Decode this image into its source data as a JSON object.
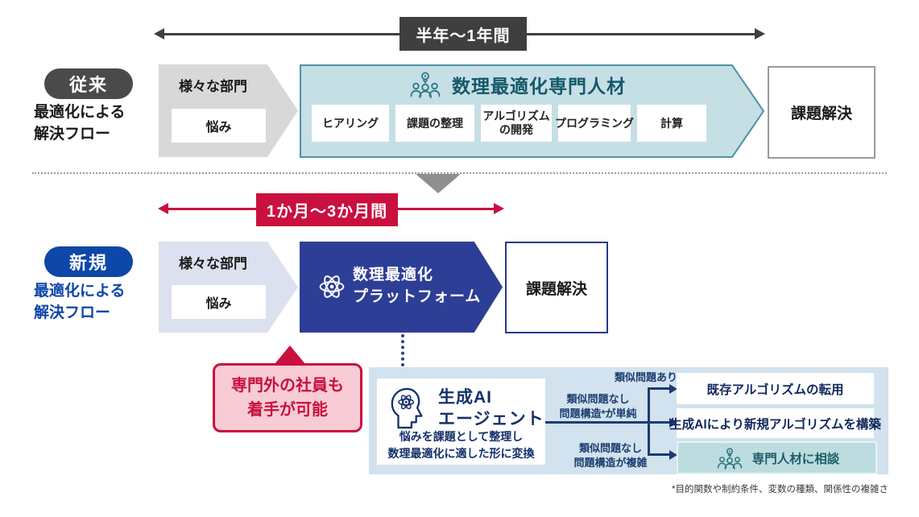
{
  "colors": {
    "dark_gray": "#3f3f3f",
    "red_accent": "#c9103f",
    "blue_accent": "#0d47a8",
    "indigo_chevron": "#2d3e96",
    "teal_fill": "#c6dfe5",
    "teal_border": "#4b93a4",
    "teal_text": "#15596b",
    "navy_text": "#13306b",
    "panel_blue": "#d2e2ee"
  },
  "conventional": {
    "duration": "半年〜1年間",
    "badge": "従来",
    "title_line1": "最適化による",
    "title_line2": "解決フロー",
    "department": {
      "title": "様々な部門",
      "item": "悩み"
    },
    "experts": {
      "title": "数理最適化専門人材",
      "icon": "people-pin-icon",
      "steps": [
        "ヒアリング",
        "課題の整理",
        "アルゴリズムの開発",
        "プログラミング",
        "計算"
      ]
    },
    "result": "課題解決"
  },
  "modern": {
    "duration": "1か月〜3か月間",
    "badge": "新規",
    "title_line1": "最適化による",
    "title_line2": "解決フロー",
    "department": {
      "title": "様々な部門",
      "item": "悩み"
    },
    "platform": {
      "icon": "atom-icon",
      "line1": "数理最適化",
      "line2": "プラットフォーム"
    },
    "result": "課題解決",
    "callout": {
      "line1": "専門外の社員も",
      "line2": "着手が可能"
    }
  },
  "agent_panel": {
    "agent": {
      "icon": "ai-head-icon",
      "title_line1": "生成AI",
      "title_line2": "エージェント",
      "desc_line1": "悩みを課題として整理し",
      "desc_line2": "数理最適化に適した形に変換"
    },
    "branches": [
      {
        "condition_line1": "類似問題あり",
        "condition_line2": "",
        "result": "既存アルゴリズムの転用"
      },
      {
        "condition_line1": "類似問題なし",
        "condition_line2": "問題構造*が単純",
        "result": "生成AIにより新規アルゴリズムを構築"
      },
      {
        "condition_line1": "類似問題なし",
        "condition_line2": "問題構造が複雑",
        "result": "専門人材に相談"
      }
    ],
    "footnote": "*目的関数や制約条件、変数の種類、関係性の複雑さ"
  }
}
